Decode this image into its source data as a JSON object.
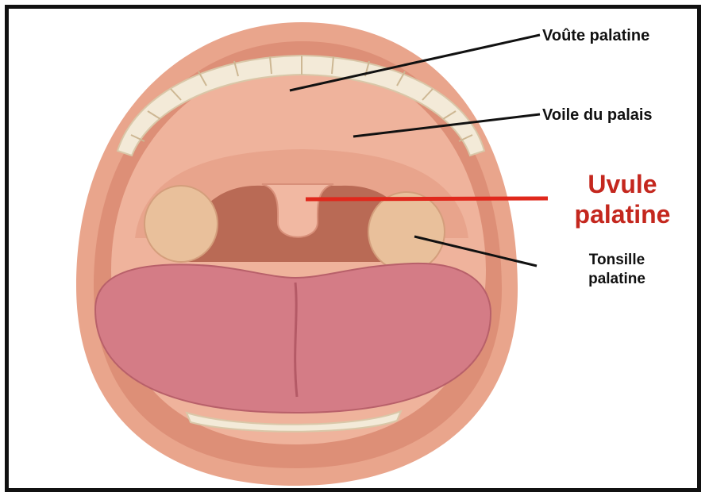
{
  "labels": {
    "voute_palatine": "Voûte palatine",
    "voile_du_palais": "Voile du palais",
    "uvule_line1": "Uvule",
    "uvule_line2": "palatine",
    "tonsille_line1": "Tonsille",
    "tonsille_line2": "palatine"
  },
  "colors": {
    "lip": "#e9a58c",
    "lip_dark": "#d98a72",
    "palate": "#efb39c",
    "throat": "#c97862",
    "tongue": "#d47c86",
    "teeth": "#f3ead8",
    "tonsil": "#e9c09b",
    "highlight_line": "#e0281c",
    "leader_line": "#111111",
    "frame": "#111111"
  }
}
